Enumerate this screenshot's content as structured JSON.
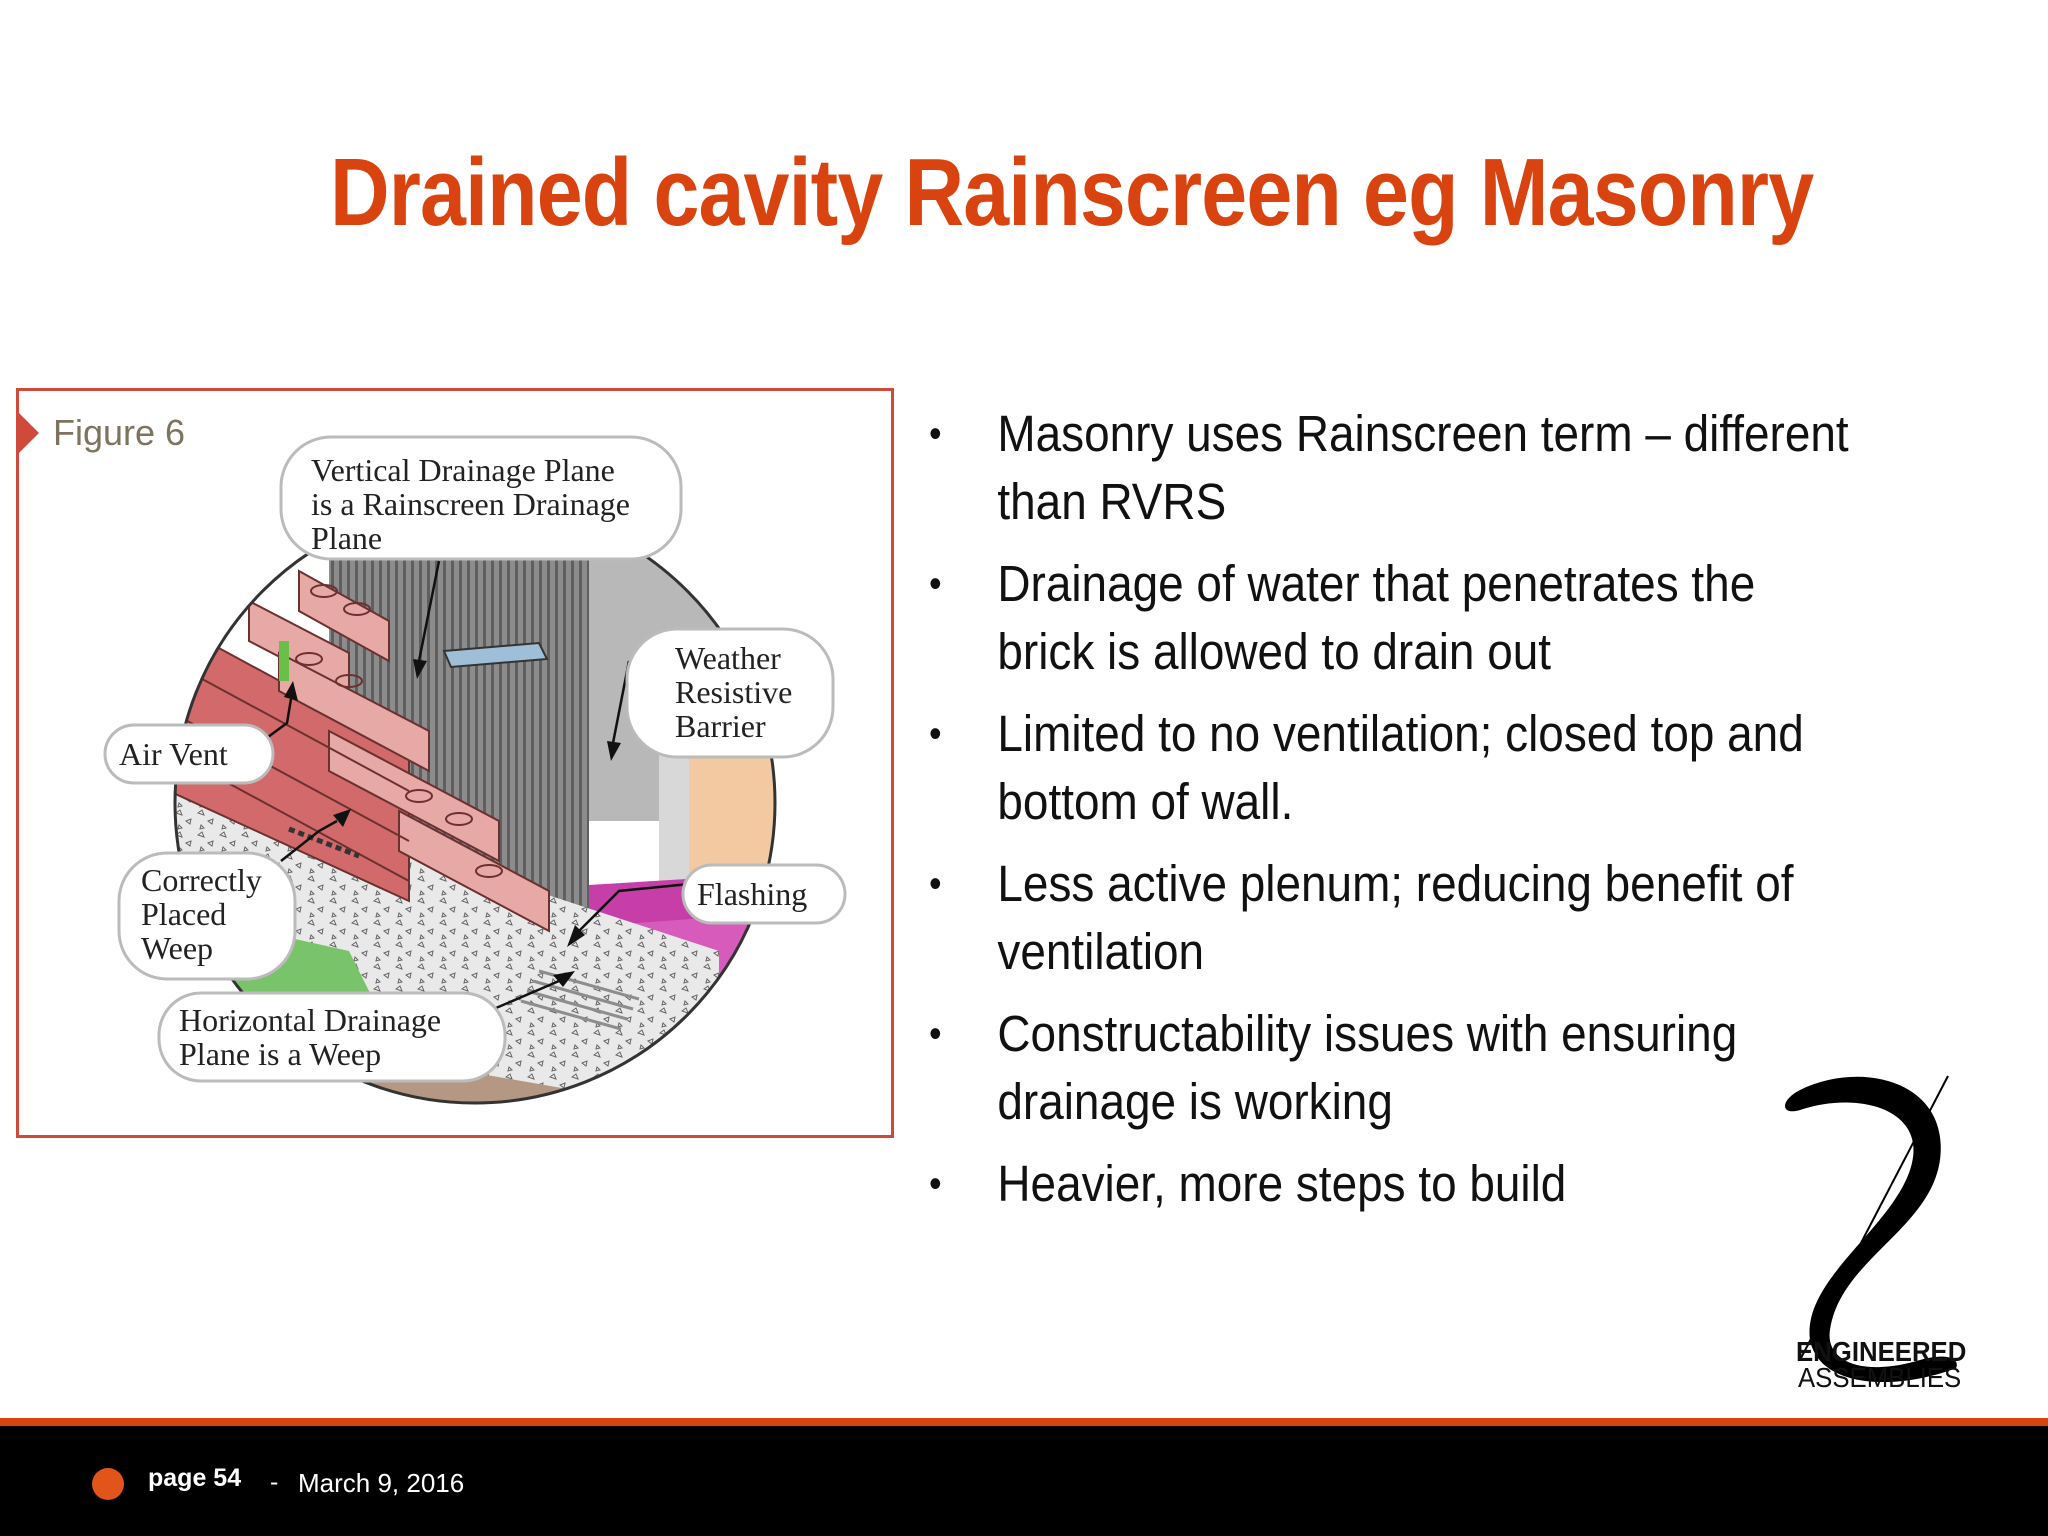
{
  "slide": {
    "title": "Drained cavity Rainscreen eg Masonry"
  },
  "figure": {
    "label": "Figure 6",
    "callouts": {
      "vertical_1": "Vertical Drainage Plane",
      "vertical_2": "is a Rainscreen Drainage",
      "vertical_3": "Plane",
      "weather_1": "Weather",
      "weather_2": "Resistive",
      "weather_3": "Barrier",
      "air_vent": "Air Vent",
      "weep_1": "Correctly",
      "weep_2": "Placed",
      "weep_3": "Weep",
      "flashing": "Flashing",
      "horizontal_1": "Horizontal Drainage",
      "horizontal_2": "Plane is a Weep"
    }
  },
  "bullets": [
    {
      "line1": "Masonry uses Rainscreen term – different",
      "line2": "than RVRS"
    },
    {
      "line1": "Drainage of water that penetrates the",
      "line2": "brick is allowed to drain out"
    },
    {
      "line1": "Limited to no ventilation; closed top and",
      "line2": "bottom of wall."
    },
    {
      "line1": "Less active plenum; reducing benefit of",
      "line2": "ventilation"
    },
    {
      "line1": "Constructability issues with ensuring",
      "line2": "drainage is working"
    },
    {
      "line1": "Heavier, more steps to build",
      "line2": ""
    }
  ],
  "logo": {
    "word1": "ENGINEERED",
    "word2": "ASSEMBLIES"
  },
  "footer": {
    "page": "page 54",
    "separator": "-",
    "date": "March 9, 2016"
  },
  "colors": {
    "accent": "#d9430f",
    "figure_border": "#d04a3c",
    "footer_bg": "#000000"
  }
}
